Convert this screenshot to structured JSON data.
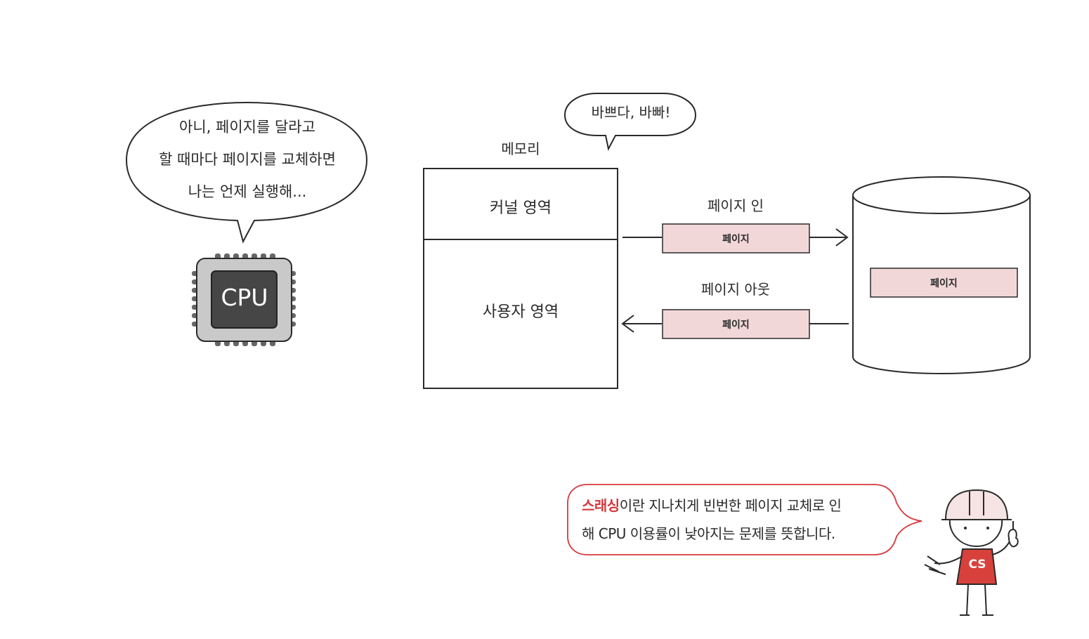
{
  "cpu_speech": {
    "line1": "아니, 페이지를 달라고",
    "line2": "할 때마다 페이지를 교체하면",
    "line3": "나는 언제 실행해..."
  },
  "cpu_chip_label": "CPU",
  "memory_speech": "바쁘다, 바빠!",
  "memory": {
    "title": "메모리",
    "kernel_area": "커널 영역",
    "user_area": "사용자 영역"
  },
  "page_in": {
    "label": "페이지 인",
    "page": "페이지"
  },
  "page_out": {
    "label": "페이지 아웃",
    "page": "페이지"
  },
  "disk_page": "페이지",
  "tip": {
    "highlight": "스래싱",
    "line1_rest": "이란 지나치게 빈번한 페이지 교체로 인",
    "line2": "해 CPU 이용률이 낮아지는 문제를 뜻합니다."
  },
  "mascot_shirt": "CS",
  "colors": {
    "page_fill": "#f2d7d9",
    "tip_border": "#d6383b",
    "chip_dark": "#464646",
    "chip_light": "#c9c9c9",
    "mascot_shirt": "#d8413b"
  }
}
